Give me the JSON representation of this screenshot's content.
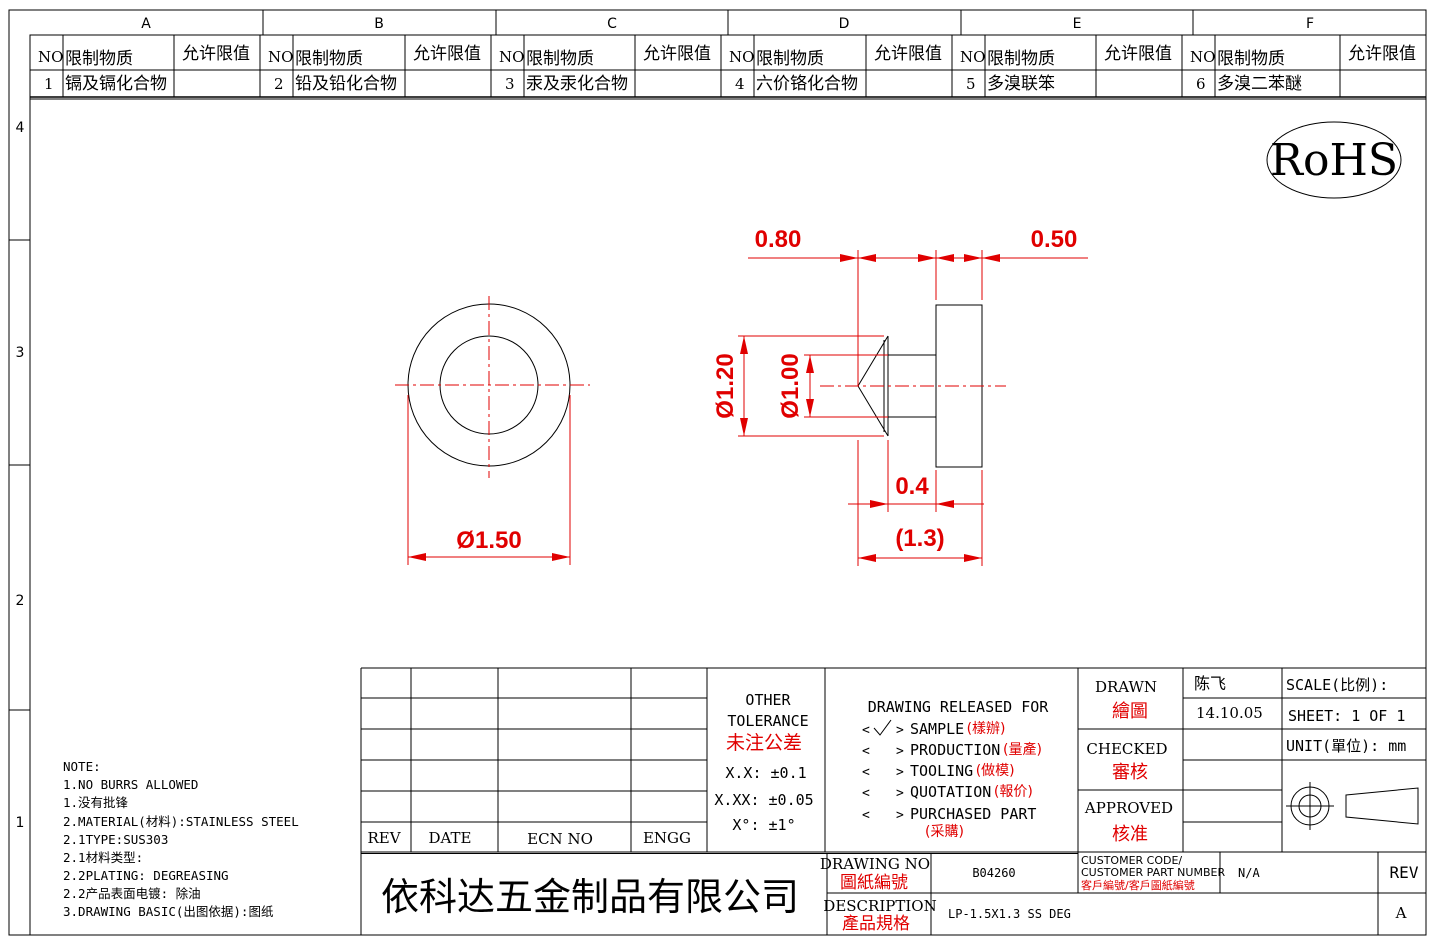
{
  "columns": [
    "A",
    "B",
    "C",
    "D",
    "E",
    "F"
  ],
  "rows": [
    "4",
    "3",
    "2",
    "1"
  ],
  "header": {
    "no": "NO",
    "substance": "限制物质",
    "limit": "允许限值"
  },
  "substances": [
    {
      "no": "1",
      "name": "镉及镉化合物"
    },
    {
      "no": "2",
      "name": "铅及铅化合物"
    },
    {
      "no": "3",
      "name": "汞及汞化合物"
    },
    {
      "no": "4",
      "name": "六价铬化合物"
    },
    {
      "no": "5",
      "name": "多溴联笨"
    },
    {
      "no": "6",
      "name": "多溴二苯醚"
    }
  ],
  "rohs": "RoHS",
  "dims": {
    "d150": "Ø1.50",
    "d120": "Ø1.20",
    "d100": "Ø1.00",
    "l080": "0.80",
    "l050": "0.50",
    "l04": "0.4",
    "l13": "(1.3)"
  },
  "notes": [
    "NOTE:",
    "1.NO BURRS ALLOWED",
    "1.没有批锋",
    "2.MATERIAL(材料):STAINLESS STEEL",
    "2.1TYPE:SUS303",
    "2.1材料类型:",
    "2.2PLATING: DEGREASING",
    "2.2产品表面电镀: 除油",
    "3.DRAWING BASIC(出图依据):图纸"
  ],
  "rev_table": {
    "rev": "REV",
    "date": "DATE",
    "ecn": "ECN NO",
    "engg": "ENGG"
  },
  "tolerance": {
    "title1": "OTHER",
    "title2": "TOLERANCE",
    "title_cn": "未注公差",
    "xx": "X.X: ±0.1",
    "xxx": "X.XX: ±0.05",
    "deg": "X°: ±1°"
  },
  "release": {
    "title": "DRAWING RELEASED FOR",
    "items": [
      {
        "en": "SAMPLE",
        "cn": "(樣辦)",
        "checked": true
      },
      {
        "en": "PRODUCTION",
        "cn": "(量產)",
        "checked": false
      },
      {
        "en": "TOOLING",
        "cn": "(做模)",
        "checked": false
      },
      {
        "en": "QUOTATION",
        "cn": "(報价)",
        "checked": false
      },
      {
        "en": "PURCHASED PART",
        "cn": "(采購)",
        "checked": false
      }
    ]
  },
  "sign": {
    "drawn": "DRAWN",
    "drawn_cn": "繪圖",
    "drawn_name": "陈飞",
    "drawn_date": "14.10.05",
    "checked": "CHECKED",
    "checked_cn": "審核",
    "approved": "APPROVED",
    "approved_cn": "核准"
  },
  "scale": {
    "scale": "SCALE(比例):",
    "sheet": "SHEET:  1 OF 1",
    "unit": "UNIT(單位): mm"
  },
  "company": "依科达五金制品有限公司",
  "drawing_no": {
    "label": "DRAWING NO",
    "label_cn": "圖紙編號",
    "value": "B04260"
  },
  "customer": {
    "label1": "CUSTOMER CODE/",
    "label2": "CUSTOMER PART NUMBER",
    "label_cn": "客戶編號/客戶圖紙編號",
    "value": "N/A"
  },
  "rev_block": {
    "label": "REV",
    "value": "A"
  },
  "description": {
    "label": "DESCRIPTION",
    "label_cn": "產品規格",
    "value": "LP-1.5X1.3 SS DEG"
  },
  "colors": {
    "dimension": "#e00000",
    "line": "#000000"
  }
}
